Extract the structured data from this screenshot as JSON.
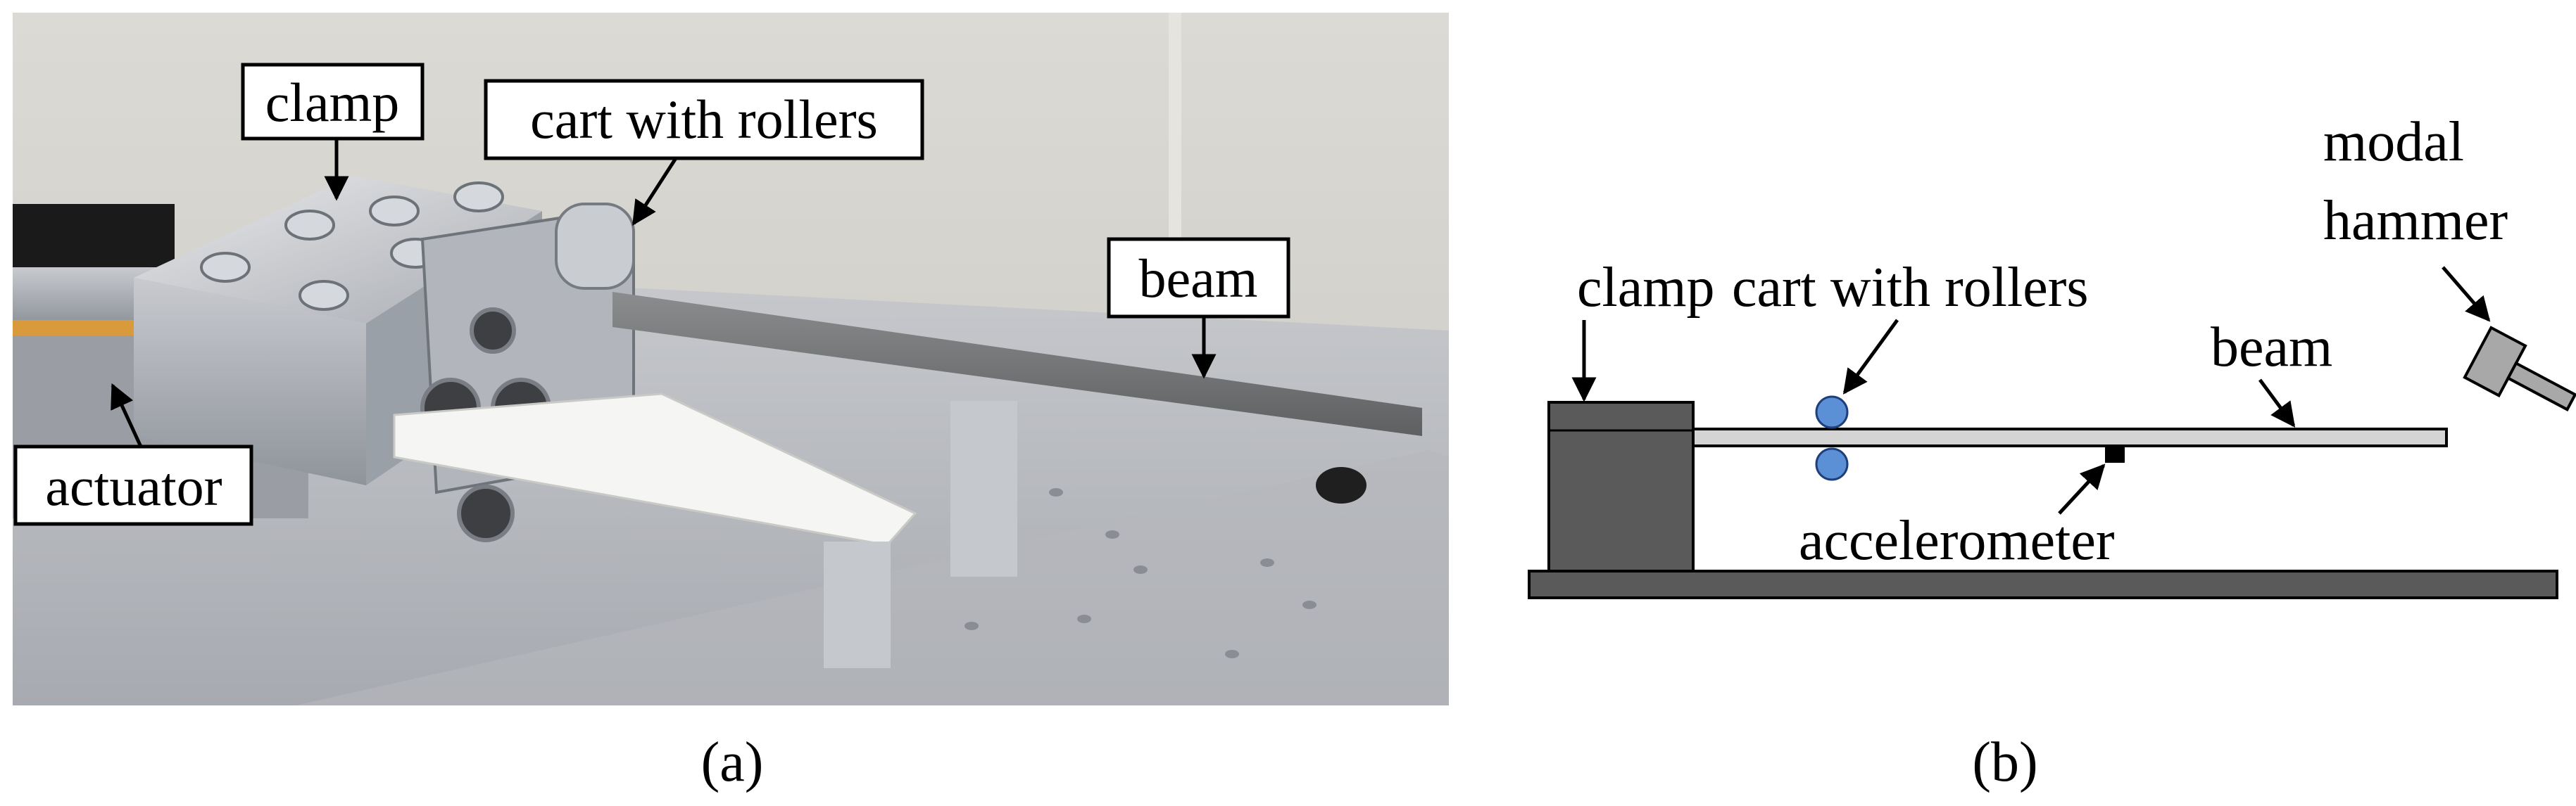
{
  "panel_a": {
    "caption": "(a)",
    "labels": {
      "clamp": "clamp",
      "cart": "cart with rollers",
      "beam": "beam",
      "actuator": "actuator"
    }
  },
  "panel_b": {
    "caption": "(b)",
    "labels": {
      "clamp": "clamp",
      "cart": "cart with rollers",
      "beam": "beam",
      "hammer_line1": "modal",
      "hammer_line2": "hammer",
      "accelerometer": "accelerometer"
    }
  },
  "colors": {
    "clamp_fill": "#5a5a5a",
    "base_fill": "#5a5a5a",
    "beam_fill": "#d4d4d4",
    "roller_fill": "#5b8fd6",
    "hammer_fill": "#a8a8a8"
  }
}
